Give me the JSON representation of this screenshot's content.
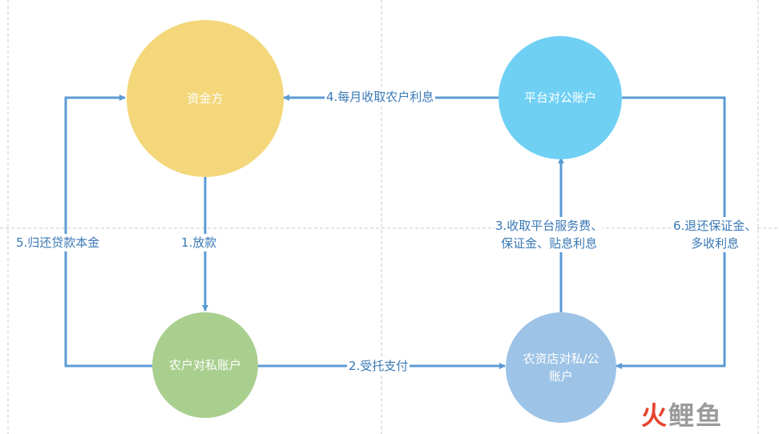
{
  "nodes": {
    "funder": "资金方",
    "platform_account": "平台对公账户",
    "farmer_account": "农户对私账户",
    "store_account_line1": "农资店对私/公",
    "store_account_line2": "账户"
  },
  "edges": {
    "lend": "1.放款",
    "entrusted_payment": "2.受托支付",
    "platform_fee_line1": "3.收取平台服务费、",
    "platform_fee_line2": "保证金、贴息利息",
    "monthly_interest": "4.每月收取农户利息",
    "repay_principal": "5.归还贷款本金",
    "refund_line1": "6.退还保证金、",
    "refund_line2": "多收利息"
  },
  "watermark": {
    "char1": "火",
    "char2": "鲤",
    "char3": "鱼"
  },
  "colors": {
    "funder": "#f3d77a",
    "platform": "#6fd0f4",
    "farmer": "#a9cf8f",
    "store": "#9dc3e6",
    "arrow": "#5b9bd5",
    "label_text": "#3a78b6",
    "guide_dash": "#c8c8c8",
    "watermark_red": "#e8432e",
    "watermark_gray": "#9a9a9a"
  }
}
